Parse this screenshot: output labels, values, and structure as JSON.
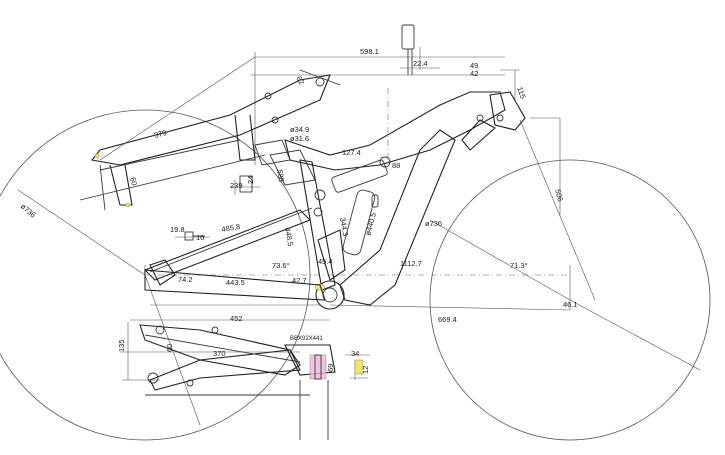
{
  "dimensions": {
    "d598": "598.1",
    "d22": "22.4",
    "d49": "49",
    "d42": "42",
    "d115": "115",
    "d62": "62",
    "d379": "379",
    "d60a": "60",
    "d349": "ø34.9",
    "d316": "ø31.6",
    "d1274": "127.4",
    "d88": "88",
    "d588": "588",
    "d239": "239",
    "d24": "24",
    "d198": "19.8",
    "d16": "16",
    "d4858": "485.8",
    "d4485": "448.5",
    "d3443": "344.3",
    "d4405": "ø440.5",
    "d736L": "ø736",
    "d736R": "ø736",
    "d506": "506",
    "d713": "71.3°",
    "d11127": "1112.7",
    "d736deg": "73.6°",
    "d454": "45.4",
    "d4435": "443.5",
    "d427": "42.7",
    "d742": "74.2",
    "d452": "452",
    "d6694": "669.4",
    "d461": "46.1",
    "d135": "135",
    "d60b": "60",
    "d370": "370",
    "dbb": "BBX92X441",
    "d34": "34",
    "d69": "69",
    "d12": "12"
  },
  "colors": {
    "line": "#3a3a3a",
    "highlight_yellow": "#f2e27a",
    "highlight_pink": "#e8b7d6"
  }
}
